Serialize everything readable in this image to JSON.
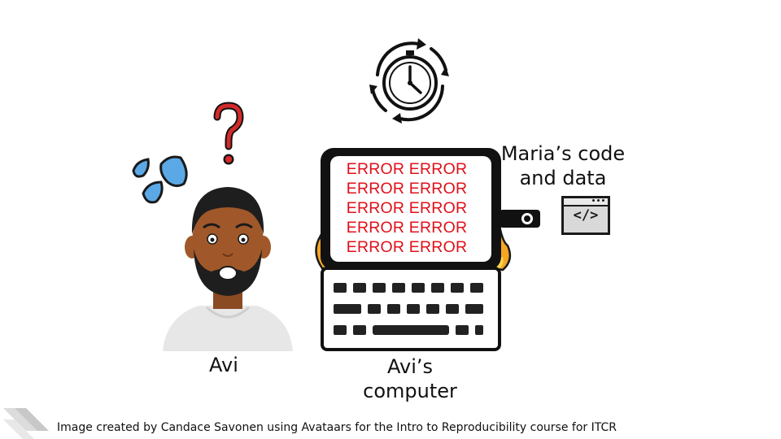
{
  "person": {
    "name": "Avi"
  },
  "computer": {
    "label_line1": "Avi’s",
    "label_line2": "computer",
    "screen_errors": [
      "ERROR ERROR",
      "ERROR ERROR",
      "ERROR ERROR",
      "ERROR ERROR",
      "ERROR ERROR"
    ]
  },
  "code": {
    "label_line1": "Maria’s code",
    "label_line2": "and data",
    "icon_text": "</>"
  },
  "credit": "Image created by Candace Savonen using Avataars for the Intro to Reproducibility course for ITCR",
  "colors": {
    "error_red": "#e0101a",
    "question_red": "#d42a2a",
    "sweat_blue": "#5aa9e6",
    "skin": "#a0582a",
    "flame_orange": "#f5a623",
    "flame_yellow": "#ffd84a"
  },
  "icons": [
    "stopwatch-cycle-icon",
    "question-mark-icon",
    "sweat-drops-icon",
    "flame-icon",
    "code-window-icon",
    "logo-stripes-icon"
  ]
}
